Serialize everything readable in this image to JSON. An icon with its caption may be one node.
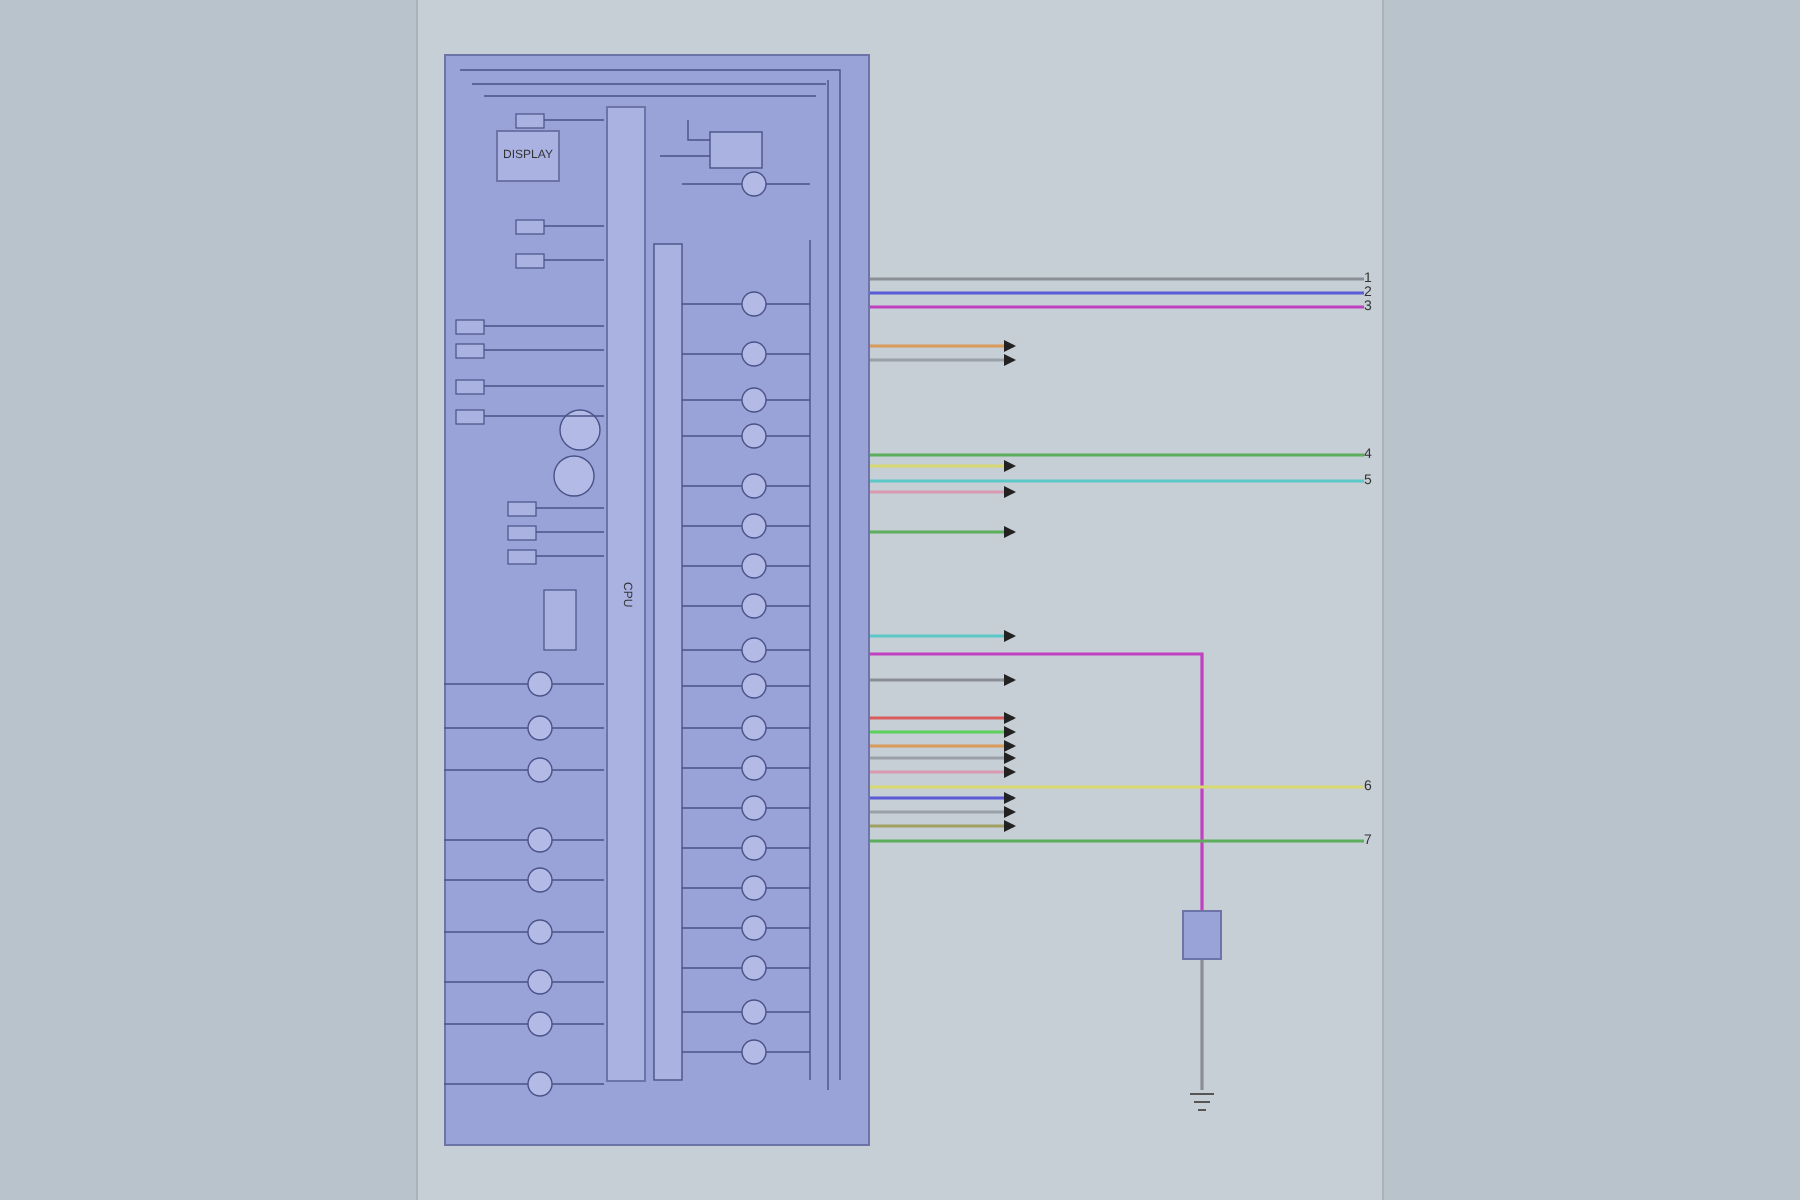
{
  "diagram": {
    "nodes": [
      {
        "text": [],
        "shape": "box"
      },
      {
        "text": [
          "CPU"
        ],
        "in": 0
      },
      {
        "text": [
          "DISPLAY"
        ],
        "in": 0
      },
      {
        "text": [],
        "shape": "box"
      },
      {
        "text": [],
        "shape": "ground"
      },
      {
        "text": [
          "1"
        ]
      },
      {
        "text": [
          "2"
        ]
      },
      {
        "text": [
          "3"
        ]
      },
      {
        "text": [
          "4"
        ]
      },
      {
        "text": [
          "5"
        ]
      },
      {
        "text": [
          "6"
        ]
      },
      {
        "text": [
          "7"
        ]
      }
    ],
    "edges": [
      {
        "from": 0,
        "to": 5,
        "arrow": "none",
        "color": "#8a8f96"
      },
      {
        "from": 0,
        "to": 6,
        "arrow": "none",
        "color": "#5b5bd6"
      },
      {
        "from": 0,
        "to": 7,
        "arrow": "none",
        "color": "#c040c0"
      },
      {
        "from": 0,
        "to": null,
        "arrow": "to",
        "color": "#d99a5a"
      },
      {
        "from": 0,
        "to": null,
        "arrow": "to",
        "color": "#9aa0a8"
      },
      {
        "from": 0,
        "to": 8,
        "arrow": "none",
        "color": "#5cae5c"
      },
      {
        "from": 0,
        "to": null,
        "arrow": "to",
        "color": "#d8d870"
      },
      {
        "from": 0,
        "to": 9,
        "arrow": "none",
        "color": "#5cc8c8"
      },
      {
        "from": 0,
        "to": null,
        "arrow": "to",
        "color": "#d89ab0"
      },
      {
        "from": 0,
        "to": null,
        "arrow": "to",
        "color": "#5cae5c"
      },
      {
        "from": 0,
        "to": null,
        "arrow": "to",
        "color": "#5cc8c8"
      },
      {
        "from": 0,
        "to": 3,
        "arrow": "none",
        "color": "#c040c0"
      },
      {
        "from": 0,
        "to": null,
        "arrow": "to",
        "color": "#8a8f96"
      },
      {
        "from": 0,
        "to": null,
        "arrow": "to",
        "color": "#d85c5c"
      },
      {
        "from": 0,
        "to": null,
        "arrow": "to",
        "color": "#5cd05c"
      },
      {
        "from": 0,
        "to": null,
        "arrow": "to",
        "color": "#d99a5a"
      },
      {
        "from": 0,
        "to": null,
        "arrow": "to",
        "color": "#9aa0a8"
      },
      {
        "from": 0,
        "to": null,
        "arrow": "to",
        "color": "#d89ab0"
      },
      {
        "from": 0,
        "to": 10,
        "arrow": "none",
        "color": "#d8d870"
      },
      {
        "from": 0,
        "to": null,
        "arrow": "to",
        "color": "#5b5bd6"
      },
      {
        "from": 0,
        "to": null,
        "arrow": "to",
        "color": "#9aa0a8"
      },
      {
        "from": 0,
        "to": null,
        "arrow": "to",
        "color": "#a0a060"
      },
      {
        "from": 0,
        "to": 11,
        "arrow": "none",
        "color": "#5cae5c"
      },
      {
        "from": 3,
        "to": 4,
        "arrow": "none",
        "color": "#8a8f96"
      }
    ]
  }
}
